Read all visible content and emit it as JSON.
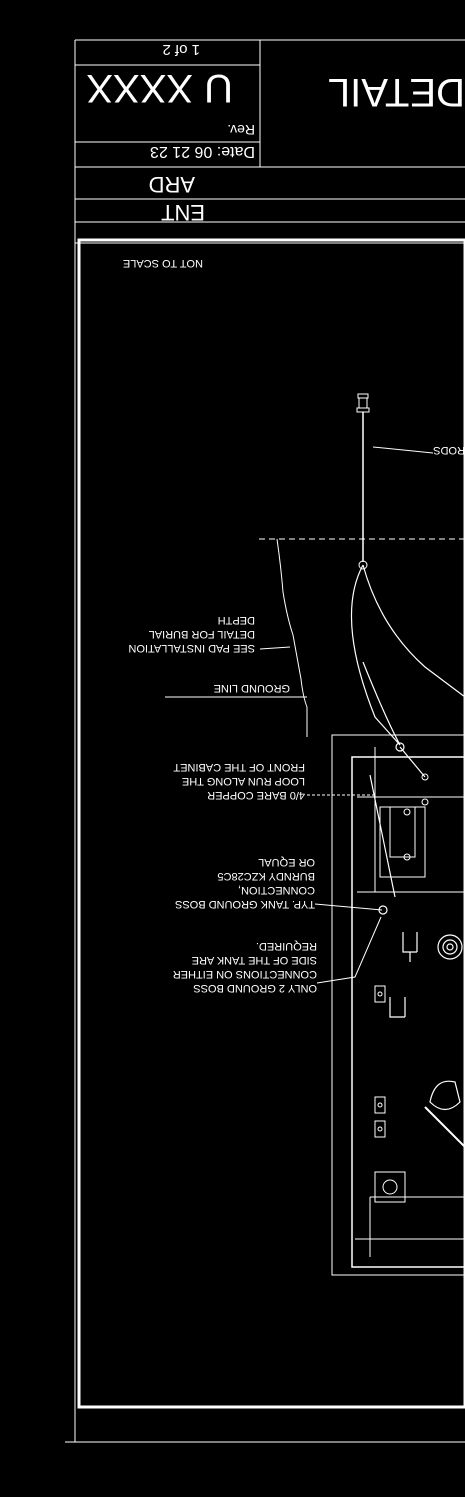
{
  "title_block": {
    "sheet": "1 of 2",
    "drawing_number": "U XXXX",
    "date": "Date: 06 21 23",
    "rev": "Rev.",
    "title_fragment": "DETAIL",
    "row_fragment_1": "ARD",
    "row_fragment_2": "ENT"
  },
  "notes": {
    "scale": "NOT TO SCALE",
    "rods": "RODS",
    "ground_line": "GROUND LINE",
    "pad": [
      "SEE PAD INSTALLATION",
      "DETAIL FOR BURIAL",
      "DEPTH"
    ],
    "copper": [
      "4/0 BARE COPPER",
      "LOOP RUN ALONG THE",
      "FRONT OF THE CABINET"
    ],
    "tank_boss": [
      "TYP. TANK GROUND BOSS",
      "CONNECTION,",
      "BURNDY KZC28C5",
      "OR EQUAL"
    ],
    "two_boss": [
      "ONLY 2 GROUND BOSS",
      "CONNECTIONS ON EITHER",
      "SIDE OF THE TANK ARE",
      "REQUIRED."
    ]
  }
}
